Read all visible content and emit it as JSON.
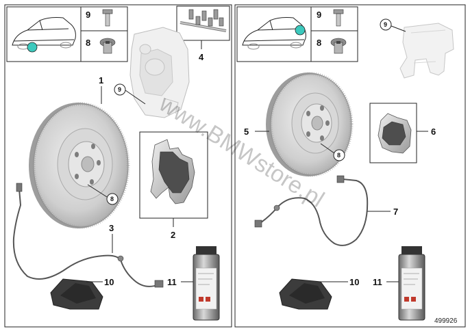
{
  "labels": {
    "left_disc": "1",
    "left_pads": "2",
    "left_sensor": "3",
    "left_clips": "4",
    "right_disc": "5",
    "right_pads": "6",
    "right_sensor": "7",
    "bolt_tag": "9",
    "bolt_row": "9",
    "screw_row": "8",
    "screw_callout": "8",
    "paste": "10",
    "spray": "11"
  },
  "reference_number": "499926",
  "watermark": "www.BMWstore.pl",
  "colors": {
    "marker": "#3cc9bd",
    "outline": "#222222",
    "disc_light": "#e6e6e6",
    "disc_mid": "#bdbdbd",
    "pad_dark": "#555555"
  }
}
